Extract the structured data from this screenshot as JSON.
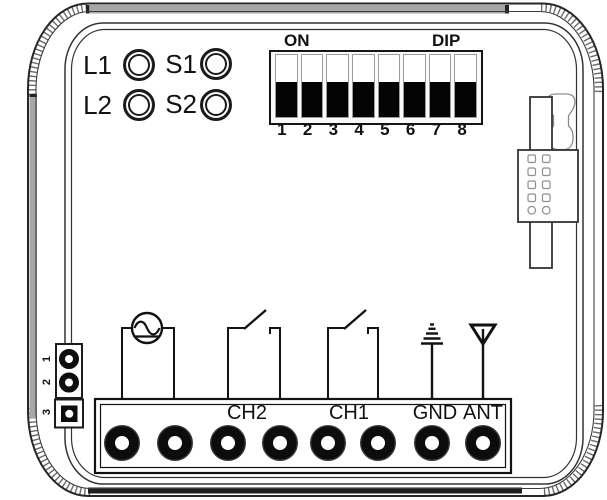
{
  "diagram": {
    "type": "hardware-module-illustration",
    "indicators": {
      "l1": "L1",
      "l2": "L2",
      "s1": "S1",
      "s2": "S2"
    },
    "dip_switch": {
      "on_label": "ON",
      "dip_label": "DIP",
      "numbers": [
        "1",
        "2",
        "3",
        "4",
        "5",
        "6",
        "7",
        "8"
      ],
      "states": [
        "off",
        "off",
        "off",
        "off",
        "off",
        "off",
        "off",
        "off"
      ]
    },
    "side_pins": {
      "pin1": "1",
      "pin2": "2",
      "pin3": "3"
    },
    "terminals": {
      "count": 8,
      "ch2_label": "CH2",
      "ch1_label": "CH1",
      "gnd_label": "GND",
      "ant_label": "ANT"
    },
    "symbols": {
      "load": "ac-load",
      "ch2": "open-switch",
      "ch1": "open-switch",
      "gnd": "ground",
      "ant": "antenna"
    },
    "colors": {
      "line": "#1a1a1a",
      "band": "#a7a7a7",
      "switch_off": "#000000"
    }
  }
}
